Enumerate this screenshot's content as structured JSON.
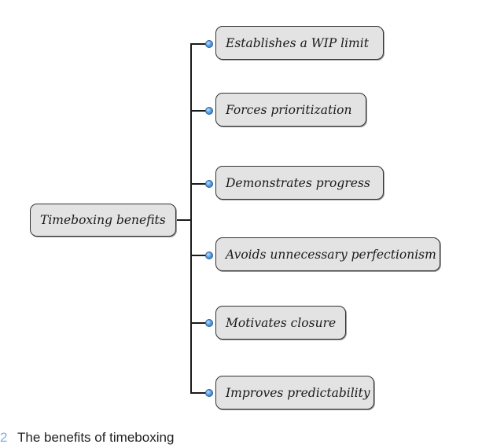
{
  "root": {
    "label": "Timeboxing benefits"
  },
  "branches": [
    {
      "label": "Establishes a WIP limit"
    },
    {
      "label": "Forces prioritization"
    },
    {
      "label": "Demonstrates progress"
    },
    {
      "label": "Avoids unnecessary perfectionism"
    },
    {
      "label": "Motivates closure"
    },
    {
      "label": "Improves predictability"
    }
  ],
  "caption": {
    "number": "2",
    "text": "The benefits of timeboxing"
  },
  "colors": {
    "node_fill": "#e3e3e3",
    "node_border": "#333333",
    "connector": "#1a1a1a",
    "bullet": "#5aa0e6"
  }
}
